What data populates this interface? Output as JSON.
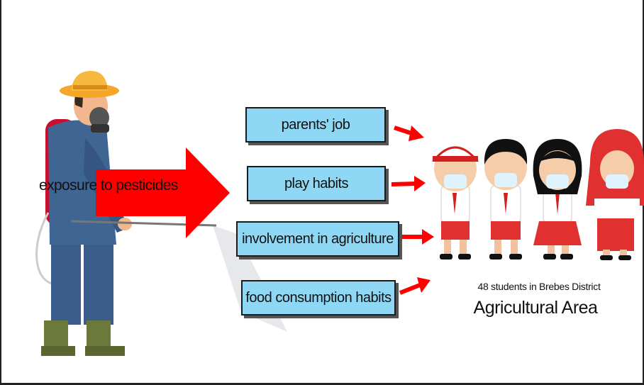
{
  "exposure": {
    "label": "exposure to pesticides"
  },
  "factors": [
    {
      "label": "parents' job"
    },
    {
      "label": "play habits"
    },
    {
      "label": "involvement in agriculture"
    },
    {
      "label": "food consumption habits"
    }
  ],
  "students": {
    "count_label": "48 students in Brebes District",
    "area_label": "Agricultural Area"
  },
  "colors": {
    "arrow": "#ff0000",
    "box_fill": "#8fd8f5",
    "uniform_shirt": "#ffffff",
    "uniform_skirt": "#e03030"
  },
  "icons": [
    "farmer-sprayer-icon",
    "students-group-icon"
  ]
}
